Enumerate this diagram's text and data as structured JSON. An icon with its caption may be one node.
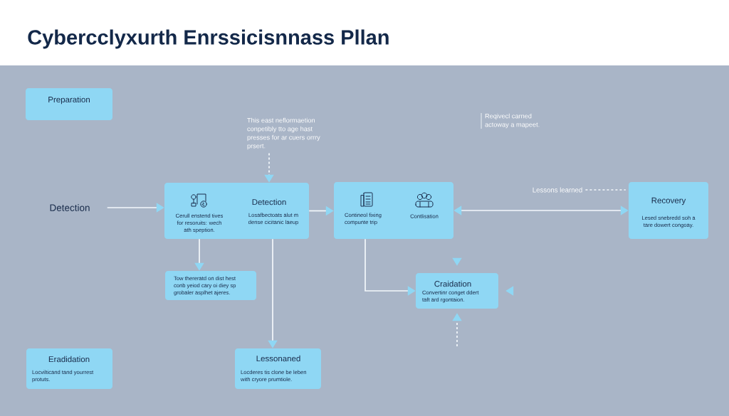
{
  "diagram": {
    "title": "Cybercclyxurth Enrssicisnnass Pllan",
    "nodes": [
      {
        "text": [
          "Preparation"
        ]
      },
      {
        "text": [
          "This east neflormaetion conpetibly tto age hast presses for ar cuers orrry prsert."
        ]
      },
      {
        "text": [
          "Detection"
        ]
      },
      {
        "text": [
          "Detection",
          "Cerull enstend tives for resoruits: wech ath speption.",
          "Losafbectoats alut m dense cicitanic laeup"
        ]
      },
      {
        "text": [
          "Contineol fixing compunte trip",
          "Contlisation"
        ]
      },
      {
        "text": [
          "Lessons learned"
        ]
      },
      {
        "text": [
          "Recovery",
          "Lesed snebredd soh a tare dowert congoay."
        ]
      },
      {
        "text": [
          "Tow thereratd on dist hest conb yeiod cary oi diey sp grobaler asplhet ajeres."
        ]
      },
      {
        "text": [
          "Craidation",
          "Convertinr conget ddert taft ard rgontaion."
        ]
      },
      {
        "text": [
          "Eradidation",
          "Locvilticand tand yourrest protuts."
        ]
      },
      {
        "text": [
          "Lessonaned",
          "Locderes tis clone be leben with cryore prumtiole."
        ]
      }
    ],
    "edges": [
      {
        "from": 1,
        "to": 3,
        "arrow": "to",
        "style": "dashed"
      },
      {
        "from": 2,
        "to": 3,
        "arrow": "to"
      },
      {
        "from": 3,
        "to": 4,
        "arrow": "to"
      },
      {
        "from": 4,
        "to": 6,
        "arrow": "both"
      },
      {
        "from": 5,
        "to": 6,
        "arrow": "none",
        "style": "dashed"
      },
      {
        "from": 3,
        "to": 7,
        "arrow": "to"
      },
      {
        "from": 3,
        "to": 10,
        "arrow": "to"
      },
      {
        "from": 4,
        "to": 8,
        "arrow": "to"
      },
      {
        "from": null,
        "to": 8,
        "arrow": "to"
      },
      {
        "from": null,
        "to": 8,
        "arrow": "to"
      },
      {
        "from": null,
        "to": 8,
        "arrow": "to",
        "style": "dashed"
      }
    ],
    "labels": [
      "Reqivecl carned actoway a mapeet."
    ]
  }
}
